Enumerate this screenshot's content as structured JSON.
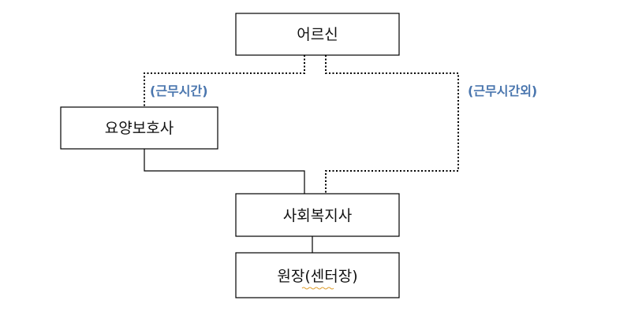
{
  "nodes": {
    "elder": "어르신",
    "caregiver": "요양보호사",
    "social_worker": "사회복지사",
    "director": "원장(센터장)"
  },
  "edge_labels": {
    "working_hours": "(근무시간)",
    "outside_working_hours": "(근무시간외)"
  },
  "colors": {
    "label_blue": "#4a76ae",
    "box_stroke": "#000000",
    "spellcheck_underline": "#e0a030"
  }
}
